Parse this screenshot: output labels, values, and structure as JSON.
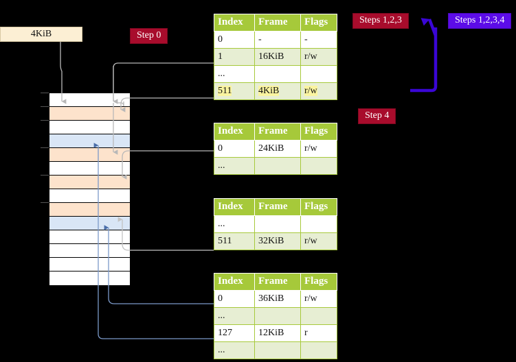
{
  "diagram": {
    "title": "four-level page table walk",
    "background_color": "#000000"
  },
  "source_box": {
    "label": "4KiB"
  },
  "badges": [
    {
      "id": "step0",
      "label": "Step 0",
      "color": "#a80c2c"
    },
    {
      "id": "steps123",
      "label": "Steps 1,2,3",
      "color": "#a80c2c"
    },
    {
      "id": "steps1234",
      "label": "Steps 1,2,3,4",
      "color": "#5c0ce8"
    },
    {
      "id": "step4",
      "label": "Step 4",
      "color": "#a80c2c"
    }
  ],
  "badge_labels": {
    "step0": "Step 0",
    "steps123": "Steps 1,2,3",
    "steps1234": "Steps 1,2,3,4",
    "step4": "Step 4"
  },
  "memory_column": {
    "row_count": 14,
    "colors": {
      "empty": "#ffffff",
      "peach": "#fde3cc",
      "blue": "#d9e6f6"
    },
    "rows": [
      "empty",
      "peach",
      "empty",
      "blue",
      "peach",
      "empty",
      "peach",
      "empty",
      "peach",
      "blue",
      "empty",
      "empty",
      "empty",
      "empty"
    ]
  },
  "tables": {
    "headers": {
      "index": "Index",
      "frame": "Frame",
      "flags": "Flags"
    },
    "level4": {
      "rows": [
        {
          "index": "0",
          "frame": "-",
          "flags": "-",
          "alt": false,
          "highlight": false
        },
        {
          "index": "1",
          "frame": "16KiB",
          "flags": "r/w",
          "alt": true,
          "highlight": false
        },
        {
          "index": "...",
          "frame": "",
          "flags": "",
          "alt": false,
          "highlight": false
        },
        {
          "index": "511",
          "frame": "4KiB",
          "flags": "r/w",
          "alt": true,
          "highlight": true
        }
      ]
    },
    "level3": {
      "rows": [
        {
          "index": "0",
          "frame": "24KiB",
          "flags": "r/w",
          "alt": false,
          "highlight": false
        },
        {
          "index": "...",
          "frame": "",
          "flags": "",
          "alt": true,
          "highlight": false
        }
      ]
    },
    "level2": {
      "rows": [
        {
          "index": "...",
          "frame": "",
          "flags": "",
          "alt": false,
          "highlight": false
        },
        {
          "index": "511",
          "frame": "32KiB",
          "flags": "r/w",
          "alt": true,
          "highlight": false
        }
      ]
    },
    "level1": {
      "rows": [
        {
          "index": "0",
          "frame": "36KiB",
          "flags": "r/w",
          "alt": false,
          "highlight": false
        },
        {
          "index": "...",
          "frame": "",
          "flags": "",
          "alt": true,
          "highlight": false
        },
        {
          "index": "127",
          "frame": "12KiB",
          "flags": "r",
          "alt": false,
          "highlight": false
        },
        {
          "index": "...",
          "frame": "",
          "flags": "",
          "alt": true,
          "highlight": false
        }
      ]
    }
  },
  "connectors": {
    "gray_color": "#b0b0b0",
    "blue_color": "#6e8fc4",
    "violet_color": "#3a06d6"
  }
}
